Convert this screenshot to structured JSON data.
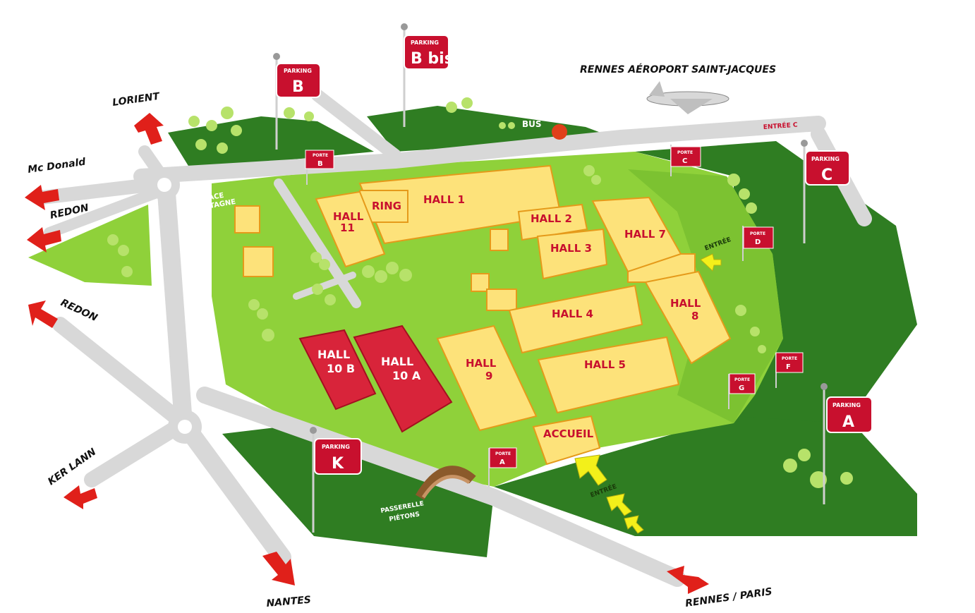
{
  "colors": {
    "dark_green": "#2f7d22",
    "light_green": "#8fd13a",
    "road": "#dcdcdc",
    "hall_yellow": "#fde27a",
    "hall_red": "#d8243a",
    "sign_red": "#c8102e",
    "arrow_yellow": "#f3f01a"
  },
  "destinations": {
    "lorient": "LORIENT",
    "mcdonald": "Mc Donald",
    "redon_1": "REDON",
    "redon_2": "REDON",
    "kerlann": "KER LANN",
    "nantes": "NANTES",
    "rennes_paris": "RENNES / PARIS"
  },
  "airport": "RENNES AÉROPORT SAINT-JACQUES",
  "bus": "BUS",
  "entree_c": "ENTRÉE C",
  "espace_bretagne": [
    "ESPACE",
    "BRETAGNE"
  ],
  "passerelle": [
    "PASSERELLE",
    "PIÉTONS"
  ],
  "entree": "ENTRÉE",
  "halls": {
    "hall1": "HALL 1",
    "ring": "RING",
    "hall11": [
      "HALL",
      "11"
    ],
    "hall2": "HALL 2",
    "hall3": "HALL 3",
    "hall7": "HALL 7",
    "hall4": "HALL 4",
    "hall8": [
      "HALL",
      "8"
    ],
    "hall5": "HALL 5",
    "hall9": [
      "HALL",
      "9"
    ],
    "hall10b": [
      "HALL",
      "10 B"
    ],
    "hall10a": [
      "HALL",
      "10 A"
    ],
    "accueil": "ACCUEIL"
  },
  "parking": {
    "word": "PARKING",
    "a": "A",
    "b": "B",
    "bbis": "B bis",
    "c": "C",
    "k": "K"
  },
  "portes": {
    "word": "PORTE",
    "a": "A",
    "b": "B",
    "c": "C",
    "d": "D",
    "f": "F",
    "g": "G"
  }
}
